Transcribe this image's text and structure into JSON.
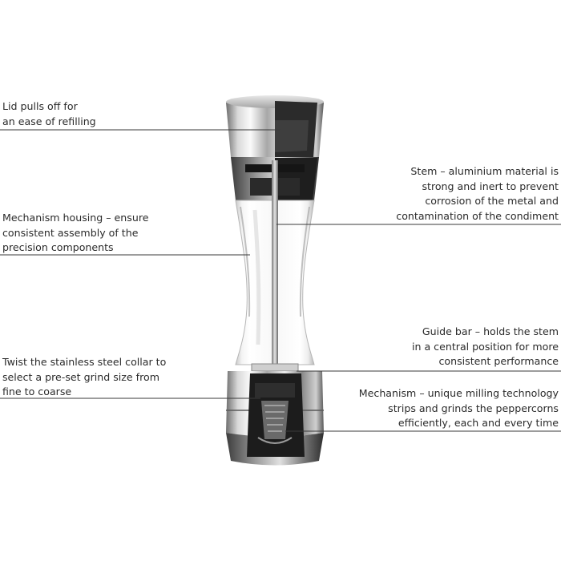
{
  "callouts": {
    "lid": [
      "Lid pulls off for",
      "an ease of refilling"
    ],
    "housing": [
      "Mechanism housing – ensure",
      "consistent assembly of the",
      "precision components"
    ],
    "collar": [
      "Twist the stainless steel collar to",
      "select a pre-set grind size from",
      "fine to coarse"
    ],
    "stem": [
      "Stem – aluminium material is",
      "strong and inert to prevent",
      "corrosion of the metal and",
      "contamination of the condiment"
    ],
    "guide": [
      "Guide bar – holds the stem",
      "in a central position for more",
      "consistent performance"
    ],
    "mechanism": [
      "Mechanism – unique milling technology",
      "strips and grinds the peppercorns",
      "efficiently, each and every time"
    ]
  },
  "colors": {
    "leader_line": "#3a3a3a",
    "text": "#2b2b2b",
    "background": "#ffffff"
  }
}
